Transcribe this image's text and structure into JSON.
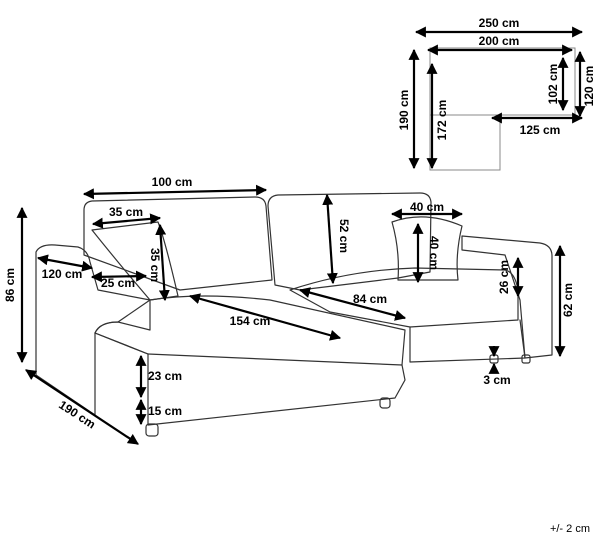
{
  "plan_view": {
    "width_total": "250 cm",
    "width_inner": "200 cm",
    "depth_chaise": "190 cm",
    "depth_chaise_inner": "172 cm",
    "depth_seat_inner": "102 cm",
    "depth_seat": "120 cm",
    "width_seat_section": "125 cm"
  },
  "sofa_view": {
    "back_width": "100 cm",
    "cushion_width": "35 cm",
    "cushion_height": "35 cm",
    "back_height": "52 cm",
    "small_cushion_width": "40 cm",
    "small_cushion_height": "40 cm",
    "arm_width": "120 cm",
    "arm_top": "25 cm",
    "total_height": "86 cm",
    "seat_length": "154 cm",
    "seat_depth": "84 cm",
    "arm_height": "26 cm",
    "side_height": "62 cm",
    "seat_cushion": "23 cm",
    "base_height": "15 cm",
    "leg_height": "3 cm",
    "chaise_length": "190 cm"
  },
  "tolerance": "+/- 2 cm"
}
